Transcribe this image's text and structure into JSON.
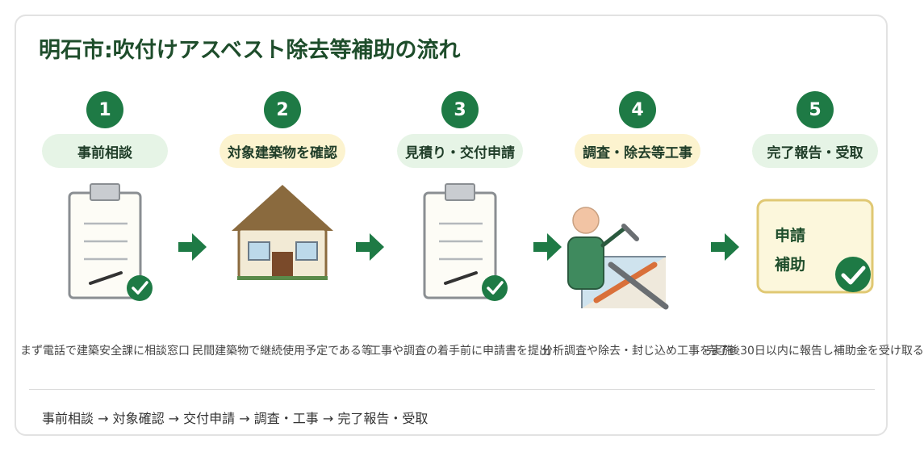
{
  "title": "明石市:吹付けアスベスト除去等補助の流れ",
  "steps": [
    {
      "number": "1",
      "label": "事前相談",
      "description": "まず電話で建築安全課に相談窓口"
    },
    {
      "number": "2",
      "label": "対象建築物を確認",
      "description": "民間建築物で継続使用予定である等"
    },
    {
      "number": "3",
      "label": "見積り・交付申請",
      "description": "工事や調査の着手前に申請書を提出"
    },
    {
      "number": "4",
      "label": "調査・除去等工事",
      "description": "分析調査や除去・封じ込め工事を実施"
    },
    {
      "number": "5",
      "label": "完了報告・受取",
      "description": "完了後30日以内に報告し補助金を受け取る"
    }
  ],
  "report_card": {
    "line1": "申請",
    "line2": "補助"
  },
  "footer": "事前相談 → 対象確認 → 交付申請 → 調査・工事 → 完了報告・受取",
  "colors": {
    "accent_green": "#1e7a45",
    "title_green": "#1e4d2b",
    "pill_green": "#e6f4e6",
    "pill_yellow": "#fcf3cf",
    "roof_brown": "#8a6a3e",
    "door_brown": "#7a4a2a"
  }
}
